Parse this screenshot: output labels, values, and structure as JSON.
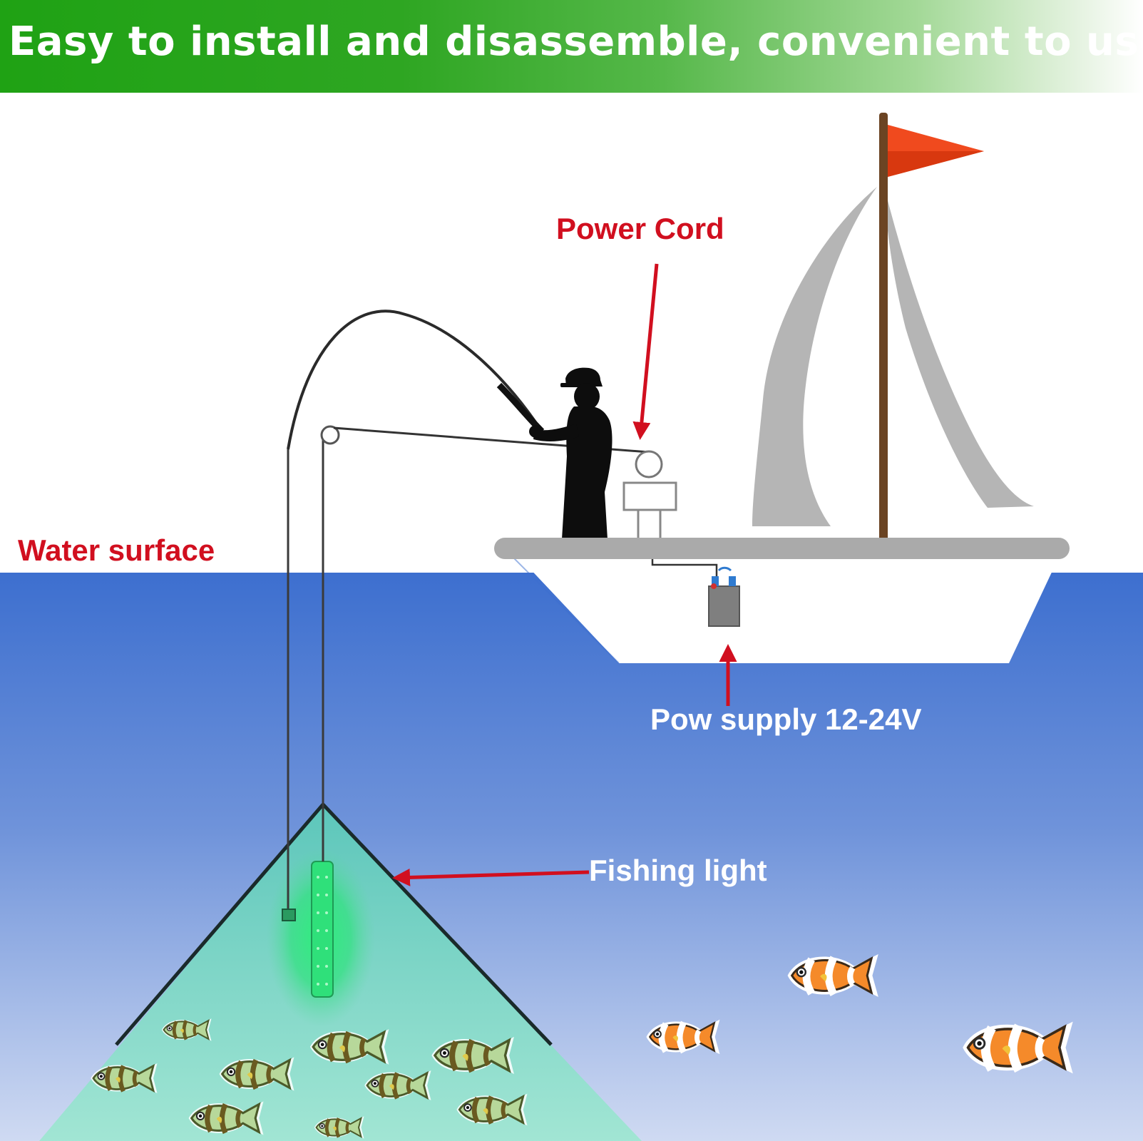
{
  "banner": {
    "title": "Easy to install and disassemble, convenient to use",
    "gradient_start": "#1fa214",
    "gradient_end": "#ffffff"
  },
  "labels": {
    "power_cord": "Power Cord",
    "water_surface": "Water surface",
    "power_supply": "Pow supply 12-24V",
    "fishing_light": "Fishing light"
  },
  "colors": {
    "label_red": "#d10f1f",
    "water_top": "#3d6fcf",
    "water_bottom": "#cad7f1",
    "light_cone": "#6ed8c2",
    "flag": "#f04a1e",
    "sail": "#b5b5b5"
  },
  "icons": [
    "angler-silhouette",
    "sailboat-icon",
    "flag-icon",
    "battery-icon",
    "fishing-light-icon",
    "green-fish-icon",
    "clownfish-icon"
  ]
}
